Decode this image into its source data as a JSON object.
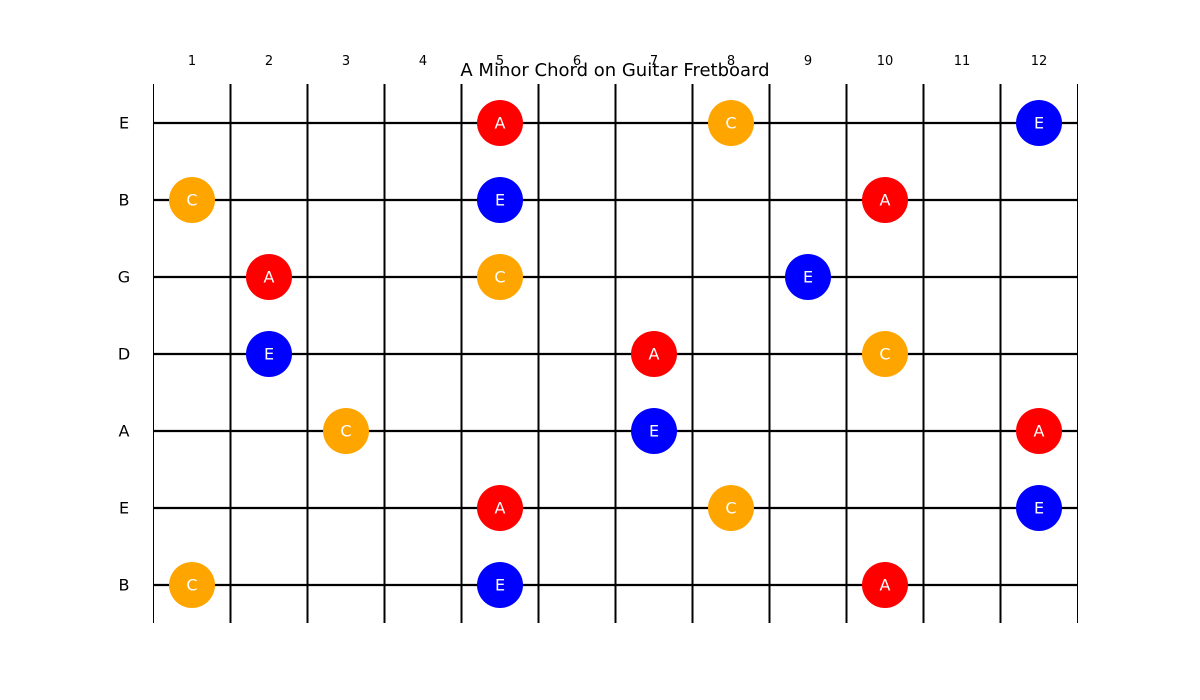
{
  "title": "A Minor Chord on Guitar Fretboard",
  "fret_numbers": [
    "1",
    "2",
    "3",
    "4",
    "5",
    "6",
    "7",
    "8",
    "9",
    "10",
    "11",
    "12"
  ],
  "string_labels": [
    "E",
    "B",
    "G",
    "D",
    "A",
    "E",
    "B"
  ],
  "colors": {
    "A": "#ff0000",
    "C": "#ffa500",
    "E": "#0000ff",
    "line": "#000000",
    "note_text": "#ffffff"
  },
  "notes": [
    {
      "string": 0,
      "fret": 5,
      "note": "A"
    },
    {
      "string": 0,
      "fret": 8,
      "note": "C"
    },
    {
      "string": 0,
      "fret": 12,
      "note": "E"
    },
    {
      "string": 1,
      "fret": 1,
      "note": "C"
    },
    {
      "string": 1,
      "fret": 5,
      "note": "E"
    },
    {
      "string": 1,
      "fret": 10,
      "note": "A"
    },
    {
      "string": 2,
      "fret": 2,
      "note": "A"
    },
    {
      "string": 2,
      "fret": 5,
      "note": "C"
    },
    {
      "string": 2,
      "fret": 9,
      "note": "E"
    },
    {
      "string": 3,
      "fret": 2,
      "note": "E"
    },
    {
      "string": 3,
      "fret": 7,
      "note": "A"
    },
    {
      "string": 3,
      "fret": 10,
      "note": "C"
    },
    {
      "string": 4,
      "fret": 3,
      "note": "C"
    },
    {
      "string": 4,
      "fret": 7,
      "note": "E"
    },
    {
      "string": 4,
      "fret": 12,
      "note": "A"
    },
    {
      "string": 5,
      "fret": 5,
      "note": "A"
    },
    {
      "string": 5,
      "fret": 8,
      "note": "C"
    },
    {
      "string": 5,
      "fret": 12,
      "note": "E"
    },
    {
      "string": 6,
      "fret": 1,
      "note": "C"
    },
    {
      "string": 6,
      "fret": 5,
      "note": "E"
    },
    {
      "string": 6,
      "fret": 10,
      "note": "A"
    }
  ]
}
